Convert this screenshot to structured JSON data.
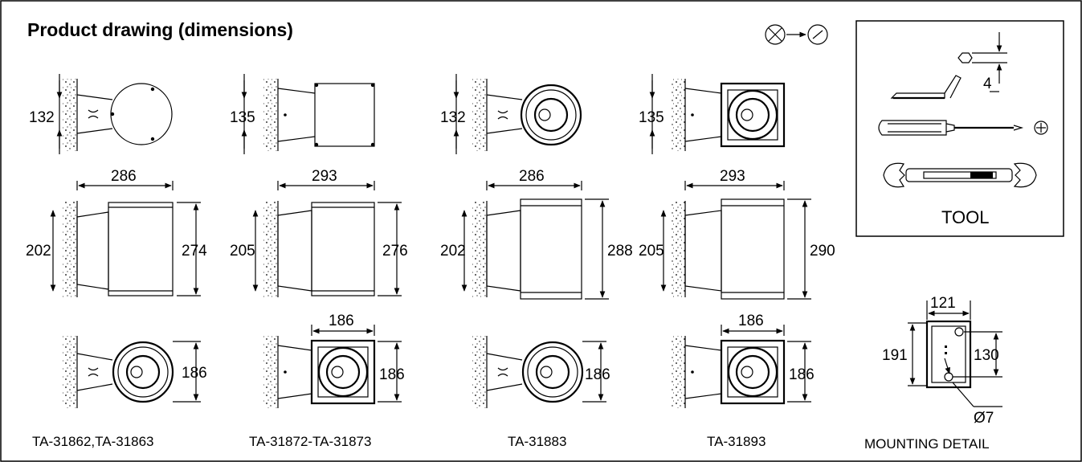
{
  "title": "Product drawing (dimensions)",
  "icon_note": "screw-type conversion icon",
  "columns": [
    {
      "model": "TA-31862,TA-31863",
      "top_dim": "132",
      "width_dim": "286",
      "base_dim": "202",
      "height_dim": "274",
      "bottom_dim": "186"
    },
    {
      "model": "TA-31872-TA-31873",
      "top_dim": "135",
      "width_dim": "293",
      "base_dim": "205",
      "height_dim": "276",
      "bottom_dim": "186",
      "bottom_width_dim": "186"
    },
    {
      "model": "TA-31883",
      "top_dim": "132",
      "width_dim": "286",
      "base_dim": "202",
      "height_dim": "288",
      "bottom_dim": "186"
    },
    {
      "model": "TA-31893",
      "top_dim": "135",
      "width_dim": "293",
      "base_dim": "205",
      "height_dim": "290",
      "bottom_dim": "186",
      "bottom_width_dim": "186"
    }
  ],
  "tool_box": {
    "label": "TOOL",
    "hex_key_size": "4"
  },
  "mounting": {
    "label": "MOUNTING DETAIL",
    "width": "121",
    "height": "191",
    "hole_spacing": "130",
    "hole_diameter": "Ø7"
  }
}
